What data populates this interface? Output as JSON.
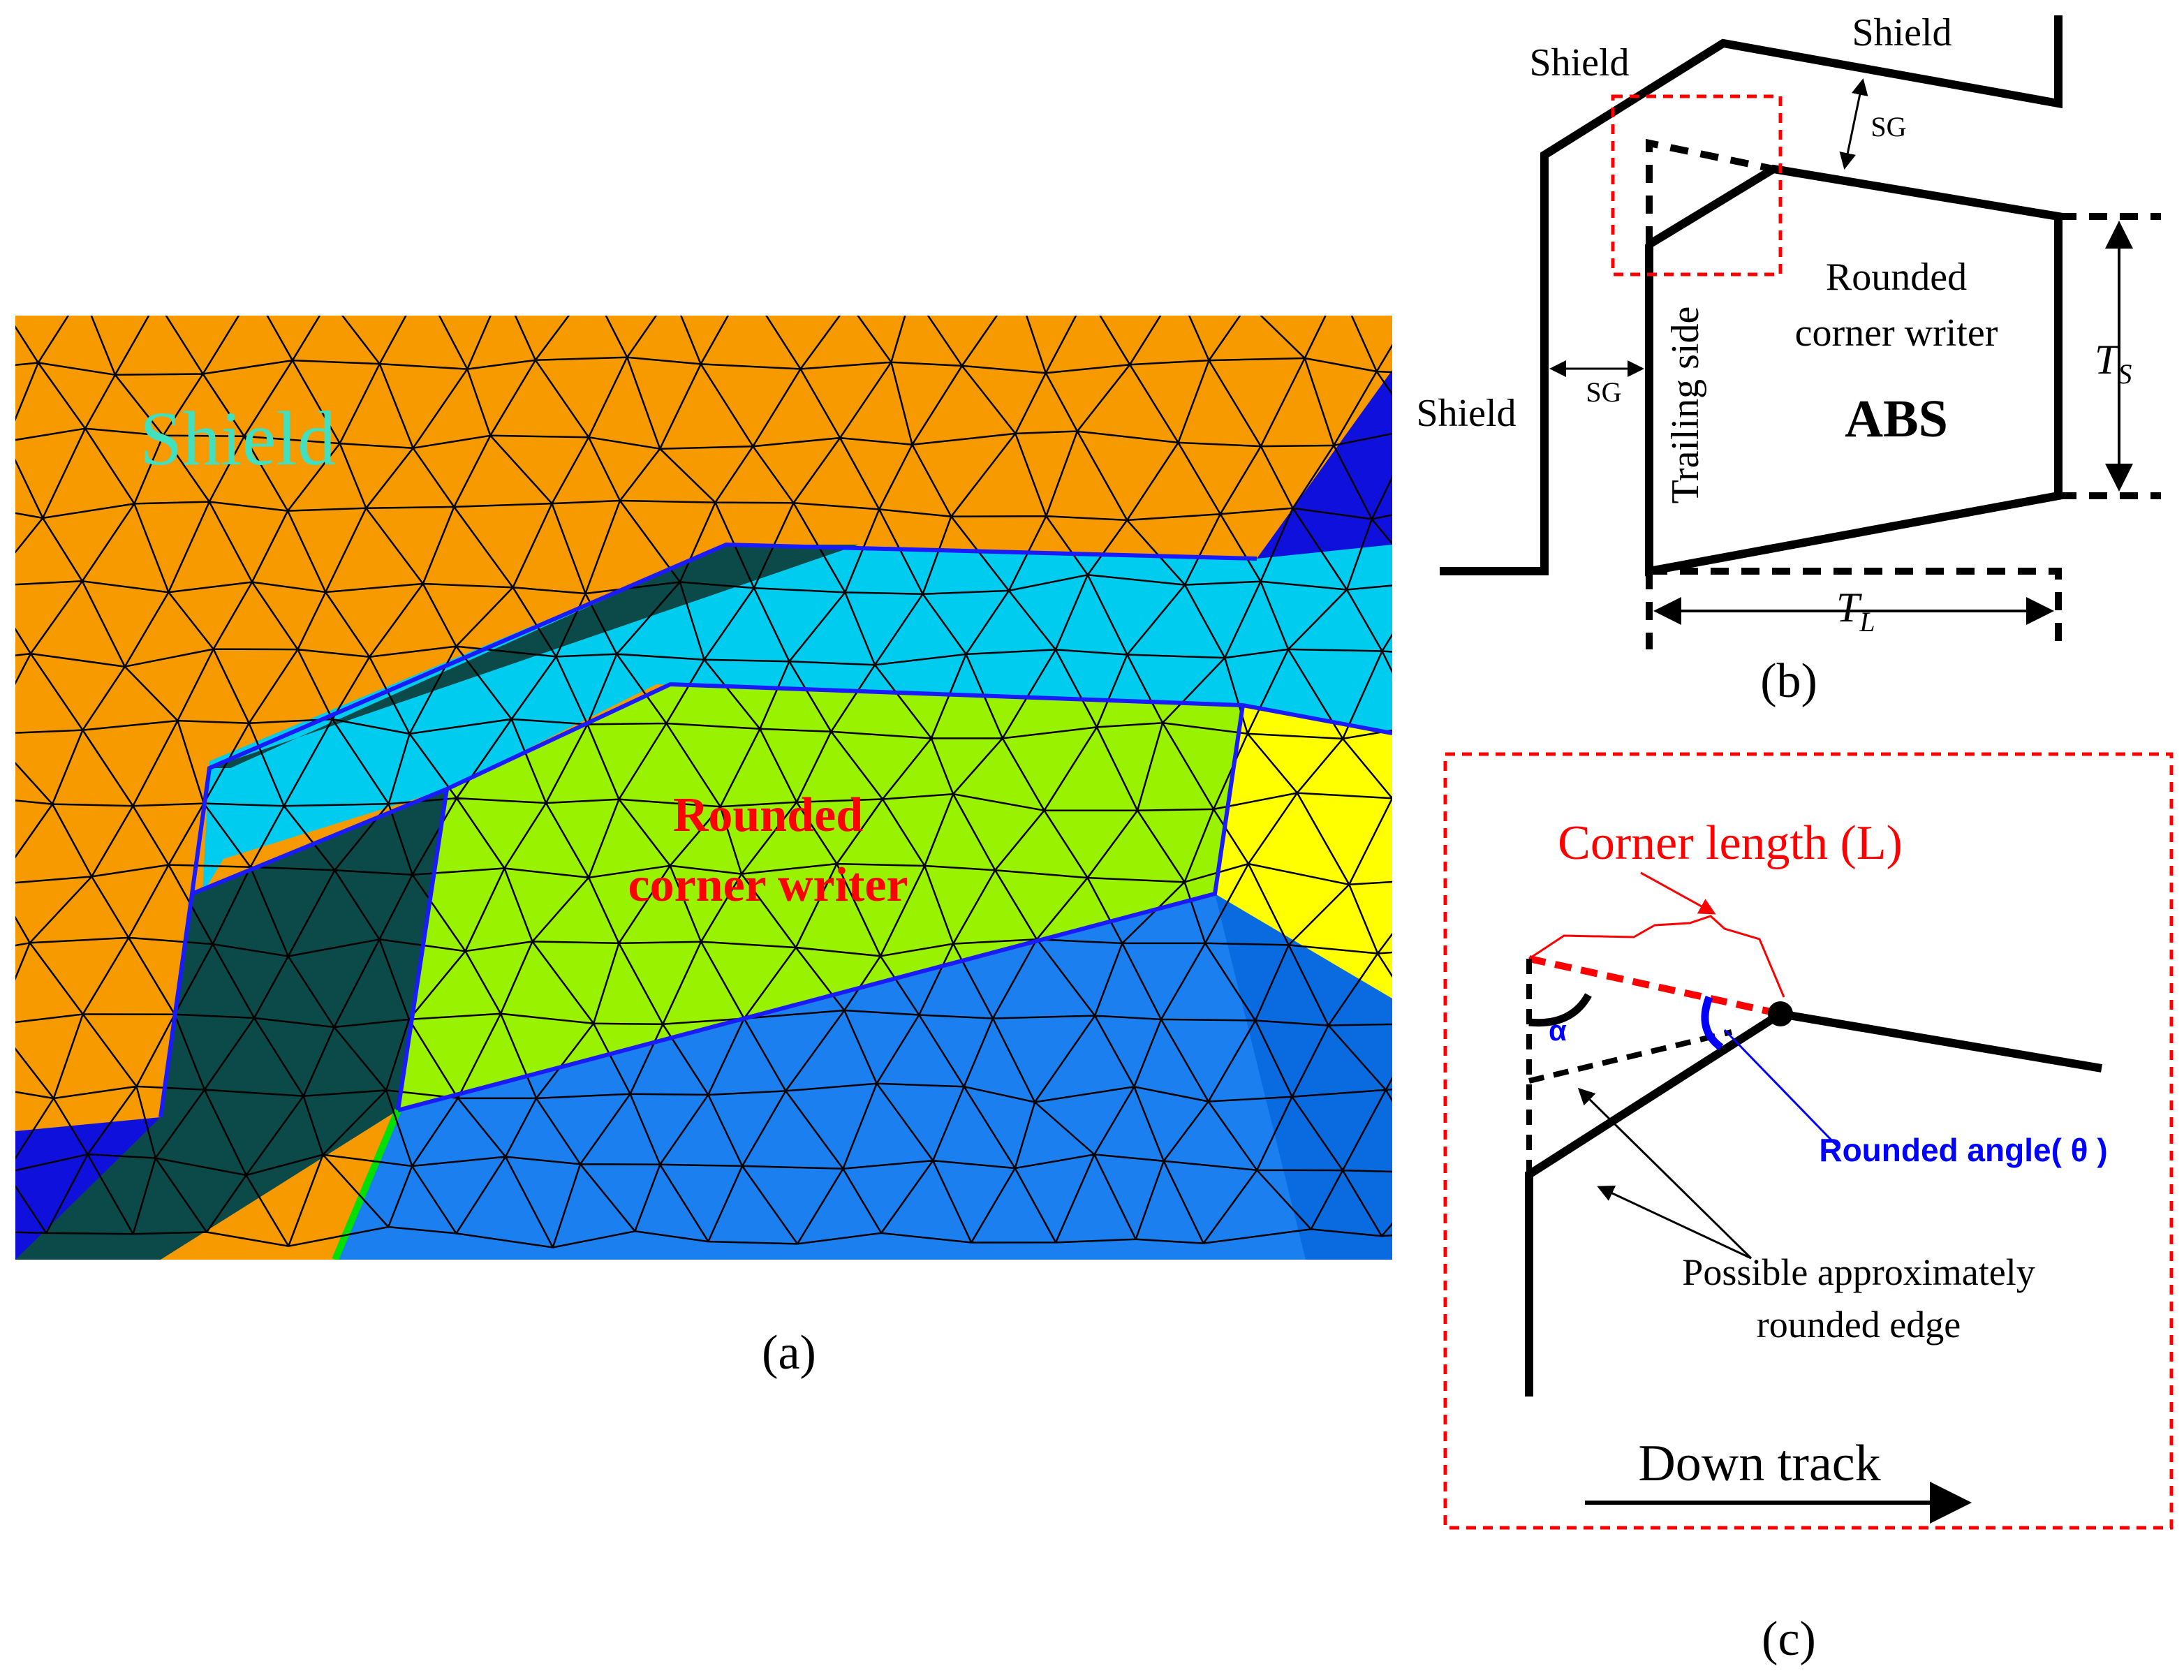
{
  "panel_a": {
    "shield_label": "Shield",
    "writer_label_line1": "Rounded",
    "writer_label_line2": "corner writer",
    "caption": "(a)",
    "colors": {
      "shield": "#f79a00",
      "writer": "#99f200",
      "gap": "#00ccf0",
      "dark": "#0b4a48",
      "navy": "#1010dd",
      "blue": "#1b7ff0",
      "yellow": "#ffff00",
      "edge": "#1a1aff",
      "mesh": "#000000",
      "shield_text": "#40e0c0",
      "writer_text": "#ff0000"
    }
  },
  "panel_b": {
    "shield_top_left": "Shield",
    "shield_top_right": "Shield",
    "shield_left": "Shield",
    "sg_top": "SG",
    "sg_left": "SG",
    "trailing_side": "Trailing side",
    "writer_line1": "Rounded",
    "writer_line2": "corner writer",
    "abs": "ABS",
    "ts_main": "T",
    "ts_sub": "S",
    "tl_main": "T",
    "tl_sub": "L",
    "caption": "(b)"
  },
  "panel_c": {
    "corner_length": "Corner length (L)",
    "alpha": "α",
    "rounded_angle": "Rounded angle( θ )",
    "possible_line1": "Possible approximately",
    "possible_line2": "rounded edge",
    "down_track": "Down track",
    "caption": "(c)",
    "colors": {
      "red": "#ff0000",
      "blue": "#0000ff",
      "box": "#ff0000"
    }
  }
}
